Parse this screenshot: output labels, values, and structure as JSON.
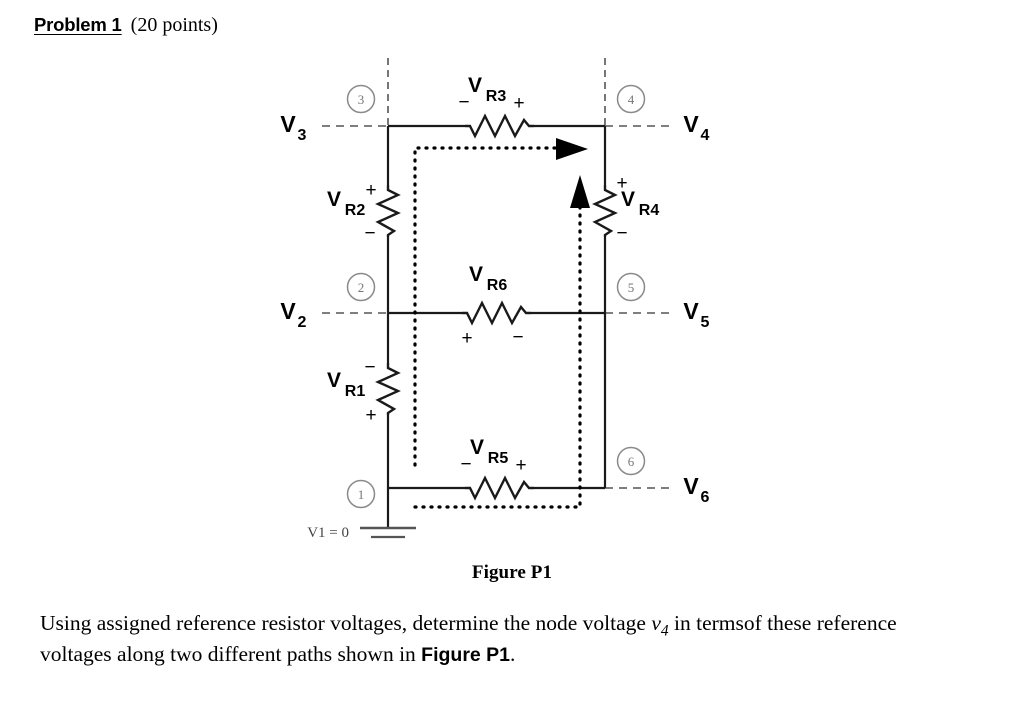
{
  "header": {
    "problem_title": "Problem 1",
    "points": "(20 points)"
  },
  "figure": {
    "caption": "Figure P1",
    "ground_label": "V1 = 0",
    "node_markers": [
      {
        "id": "1",
        "label": "1"
      },
      {
        "id": "2",
        "label": "2"
      },
      {
        "id": "3",
        "label": "3"
      },
      {
        "id": "4",
        "label": "4"
      },
      {
        "id": "5",
        "label": "5"
      },
      {
        "id": "6",
        "label": "6"
      }
    ],
    "node_voltages": [
      {
        "id": "v3",
        "base": "V",
        "sub": "3"
      },
      {
        "id": "v4",
        "base": "V",
        "sub": "4"
      },
      {
        "id": "v2",
        "base": "V",
        "sub": "2"
      },
      {
        "id": "v5",
        "base": "V",
        "sub": "5"
      },
      {
        "id": "v6",
        "base": "V",
        "sub": "6"
      }
    ],
    "resistors": [
      {
        "id": "R3",
        "base": "V",
        "sub": "R3",
        "orientation": "horizontal",
        "polarity_start": "−",
        "polarity_end": "+"
      },
      {
        "id": "R6",
        "base": "V",
        "sub": "R6",
        "orientation": "horizontal",
        "polarity_start": "+",
        "polarity_end": "−"
      },
      {
        "id": "R5",
        "base": "V",
        "sub": "R5",
        "orientation": "horizontal",
        "polarity_start": "−",
        "polarity_end": "+"
      },
      {
        "id": "R2",
        "base": "V",
        "sub": "R2",
        "orientation": "vertical",
        "polarity_start": "+",
        "polarity_end": "−"
      },
      {
        "id": "R1",
        "base": "V",
        "sub": "R1",
        "orientation": "vertical",
        "polarity_start": "−",
        "polarity_end": "+"
      },
      {
        "id": "R4",
        "base": "V",
        "sub": "R4",
        "orientation": "vertical",
        "polarity_start": "+",
        "polarity_end": "−"
      }
    ],
    "colors": {
      "wire": "#1a1a1a",
      "dashed_rail": "#555555",
      "node_circle": "#8a8a8a",
      "dotted_path": "#000000",
      "ground": "#555555",
      "text": "#000000"
    }
  },
  "question": {
    "line1_a": "Using assigned reference resistor voltages, determine the node voltage ",
    "line1_var": "v",
    "line1_var_sub": "4",
    "line1_b": " in terms",
    "line2_a": "of these reference voltages along two different paths shown in ",
    "line2_bold": "Figure P1",
    "line2_b": "."
  }
}
